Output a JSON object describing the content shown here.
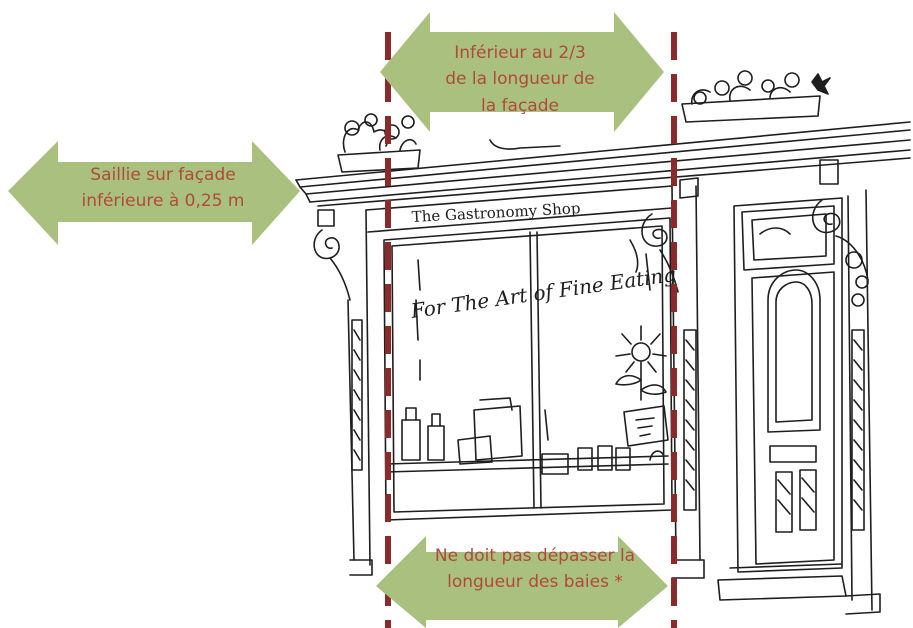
{
  "illustration": {
    "shop_sign": "The Gastronomy Shop",
    "window_script": "For The Art of Fine Eating"
  },
  "annotations": {
    "saillie": "Saillie sur façade\ninférieure à 0,25 m",
    "longueur": "Inférieur au 2/3\nde la longueur de\nla façade",
    "baies": "Ne doit pas dépasser la\nlongueur des baies *"
  },
  "colors": {
    "arrow_fill": "#a9c07e",
    "label_text": "#b04a3c",
    "guide_dash": "#8b2a2a",
    "ink": "#1e1e1e"
  }
}
